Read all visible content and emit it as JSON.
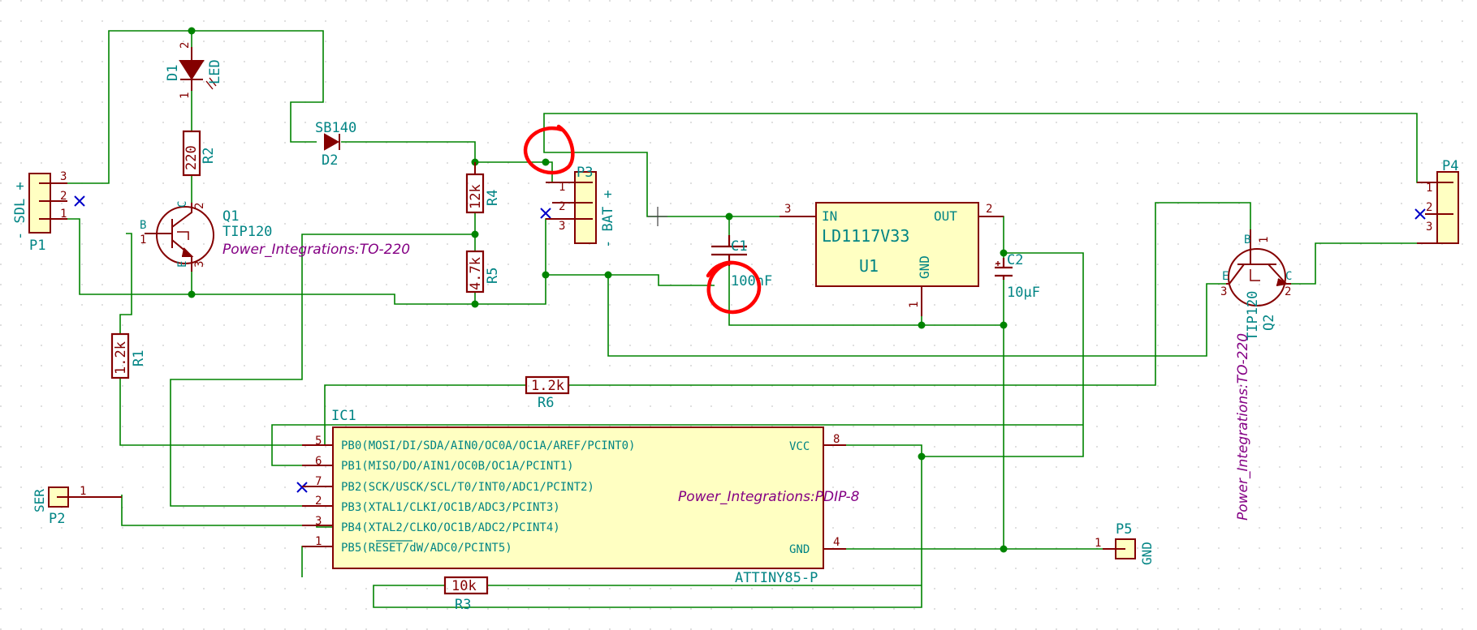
{
  "colors": {
    "background": "#ffffff",
    "grid": "#c8c8c8",
    "wire": "#008400",
    "symbol": "#840000",
    "body_fill": "#ffffc2",
    "text": "#008484",
    "footprint": "#840084",
    "noconnect": "#0000c8",
    "markup": "#ff0000"
  },
  "icons": {
    "no_connect": "x-mark-icon",
    "junction": "junction-dot-icon",
    "diode": "diode-icon",
    "led": "led-icon",
    "npn_transistor": "npn-transistor-icon",
    "capacitor": "capacitor-icon",
    "resistor": "resistor-icon",
    "connector": "connector-icon",
    "cursor": "crosshair-cursor-icon"
  },
  "components": {
    "d1": {
      "ref": "D1",
      "value": "LED",
      "pin1": "1",
      "pin2": "2"
    },
    "r2": {
      "ref": "R2",
      "value": "220"
    },
    "d2": {
      "ref": "D2",
      "value": "SB140"
    },
    "r4": {
      "ref": "R4",
      "value": "12k"
    },
    "r5": {
      "ref": "R5",
      "value": "4.7k"
    },
    "p1": {
      "ref": "P1",
      "value": "- SDL +",
      "pins": [
        "3",
        "2",
        "1"
      ]
    },
    "q1": {
      "ref": "Q1",
      "value": "TIP120",
      "footprint": "Power_Integrations:TO-220",
      "pin_b": "B",
      "pin_c": "C",
      "pin_e": "E",
      "pin1": "1",
      "pin2": "2",
      "pin3": "3"
    },
    "p3": {
      "ref": "P3",
      "value": "- BAT +",
      "pins": [
        "1",
        "2",
        "3"
      ]
    },
    "c1": {
      "ref": "C1",
      "value": "100nF"
    },
    "u1": {
      "ref": "U1",
      "value": "LD1117V33",
      "pin_in": "IN",
      "pin_out": "OUT",
      "pin_gnd": "GND",
      "pin1": "1",
      "pin2": "2",
      "pin3": "3"
    },
    "c2": {
      "ref": "C2",
      "value": "10µF"
    },
    "p4": {
      "ref": "P4",
      "pins": [
        "1",
        "2",
        "3"
      ]
    },
    "q2": {
      "ref": "Q2",
      "value": "TIP120",
      "footprint": "Power_Integrations:TO-220",
      "pin_b": "B",
      "pin_c": "C",
      "pin_e": "E",
      "pin1": "1",
      "pin2": "2",
      "pin3": "3"
    },
    "r1": {
      "ref": "R1",
      "value": "1.2k"
    },
    "r6": {
      "ref": "R6",
      "value": "1.2k"
    },
    "ic1": {
      "ref": "IC1",
      "value": "ATTINY85-P",
      "footprint": "Power_Integrations:PDIP-8",
      "pins_left": [
        {
          "num": "5",
          "name": "PB0(MOSI/DI/SDA/AIN0/OC0A/OC1A/AREF/PCINT0)"
        },
        {
          "num": "6",
          "name": "PB1(MISO/DO/AIN1/OC0B/OC1A/PCINT1)"
        },
        {
          "num": "7",
          "name": "PB2(SCK/USCK/SCL/T0/INT0/ADC1/PCINT2)"
        },
        {
          "num": "2",
          "name": "PB3(XTAL1/CLKI/OC1B/ADC3/PCINT3)"
        },
        {
          "num": "3",
          "name": "PB4(XTAL2/CLKO/OC1B/ADC2/PCINT4)"
        },
        {
          "num": "1",
          "name": "PB5(RESET/dW/ADC0/PCINT5)"
        }
      ],
      "pins_right": [
        {
          "num": "8",
          "name": "VCC"
        },
        {
          "num": "4",
          "name": "GND"
        }
      ]
    },
    "p2": {
      "ref": "P2",
      "value": "SER",
      "pin1": "1"
    },
    "p5": {
      "ref": "P5",
      "value": "GND",
      "pin1": "1"
    },
    "r3": {
      "ref": "R3",
      "value": "10k"
    }
  }
}
